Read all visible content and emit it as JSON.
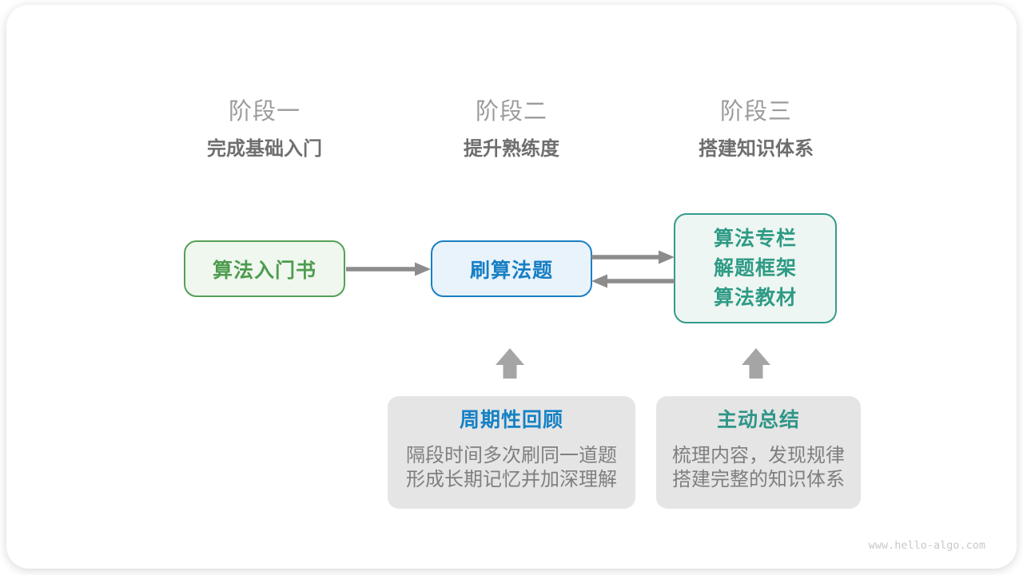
{
  "diagram": {
    "stages": [
      {
        "label": "阶段一",
        "subtitle": "完成基础入门"
      },
      {
        "label": "阶段二",
        "subtitle": "提升熟练度"
      },
      {
        "label": "阶段三",
        "subtitle": "搭建知识体系"
      }
    ],
    "nodes": {
      "intro_book": {
        "label": "算法入门书",
        "accent": "#4e9c50",
        "border": "#55a055",
        "fill": "#f0f7ef"
      },
      "practice": {
        "label": "刷算法题",
        "accent": "#177fc4",
        "border": "#1a7fc4",
        "fill": "#e9f3fb"
      },
      "knowledge": {
        "lines": [
          "算法专栏",
          "解题框架",
          "算法教材"
        ],
        "accent": "#2f9b85",
        "border": "#349b8b",
        "fill": "#edf6f2"
      }
    },
    "notes": [
      {
        "title": "周期性回顾",
        "title_color": "#1581c5",
        "lines": [
          "隔段时间多次刷同一道题",
          "形成长期记忆并加深理解"
        ]
      },
      {
        "title": "主动总结",
        "title_color": "#2e9688",
        "lines": [
          "梳理内容，发现规律",
          "搭建完整的知识体系"
        ]
      }
    ],
    "colors": {
      "flow_arrow": "#8c8c8c",
      "block_arrow": "#a5a5a5",
      "stage_label": "#9b9b9b",
      "stage_subtitle": "#6e6e6e",
      "note_bg": "#e5e5e5",
      "note_text": "#7f7f7f"
    },
    "watermark": "www.hello-algo.com"
  }
}
